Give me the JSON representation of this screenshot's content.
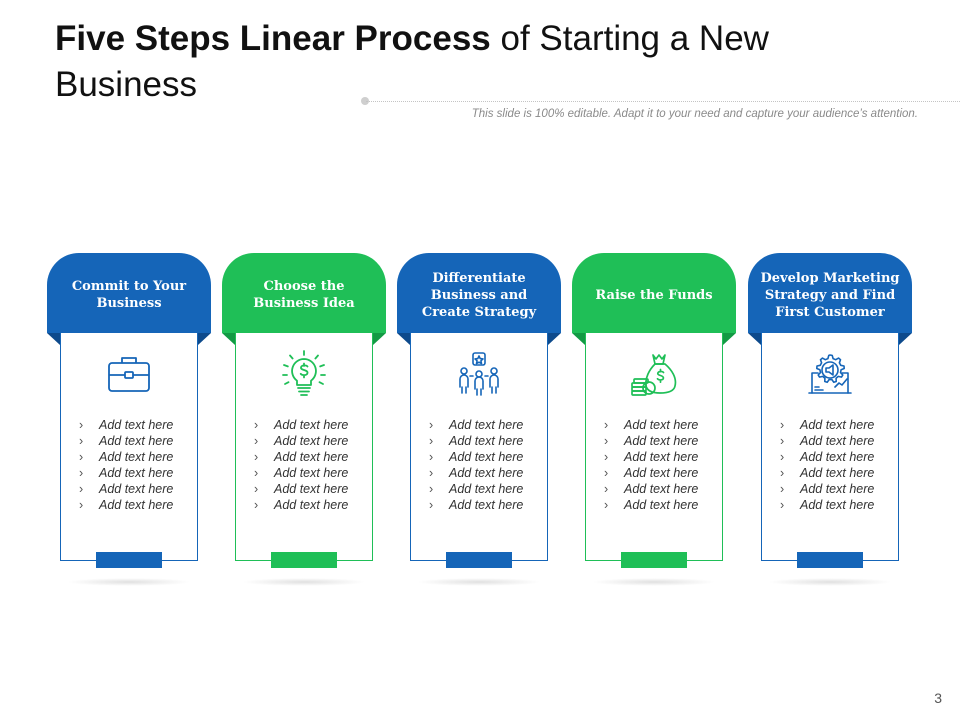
{
  "slide": {
    "title_bold": "Five Steps Linear Process",
    "title_regular": " of Starting a New Business",
    "subtitle": "This slide is 100% editable. Adapt it to your need and capture your audience’s attention.",
    "page_number": "3"
  },
  "colors": {
    "blue": "#1565b8",
    "green": "#1fbf57"
  },
  "steps": [
    {
      "title": "Commit to Your Business",
      "icon": "briefcase-icon",
      "color": "blue",
      "bullet_marker": "›",
      "bullets": [
        "Add text here",
        "Add text here",
        "Add text here",
        "Add text here",
        "Add text here",
        "Add text here"
      ]
    },
    {
      "title": "Choose the Business Idea",
      "icon": "lightbulb-dollar-icon",
      "color": "green",
      "bullet_marker": "›",
      "bullets": [
        "Add text here",
        "Add text here",
        "Add text here",
        "Add text here",
        "Add text here",
        "Add text here"
      ]
    },
    {
      "title": "Differentiate Business and Create Strategy",
      "icon": "people-strategy-icon",
      "color": "blue",
      "bullet_marker": "›",
      "bullets": [
        "Add text here",
        "Add text here",
        "Add text here",
        "Add text here",
        "Add text here",
        "Add text here"
      ]
    },
    {
      "title": "Raise the Funds",
      "icon": "money-bag-icon",
      "color": "green",
      "bullet_marker": "›",
      "bullets": [
        "Add text here",
        "Add text here",
        "Add text here",
        "Add text here",
        "Add text here",
        "Add text here"
      ]
    },
    {
      "title": "Develop Marketing Strategy and Find First Customer",
      "icon": "marketing-gear-icon",
      "color": "blue",
      "bullet_marker": "›",
      "bullets": [
        "Add text here",
        "Add text here",
        "Add text here",
        "Add text here",
        "Add text here",
        "Add text here"
      ]
    }
  ]
}
